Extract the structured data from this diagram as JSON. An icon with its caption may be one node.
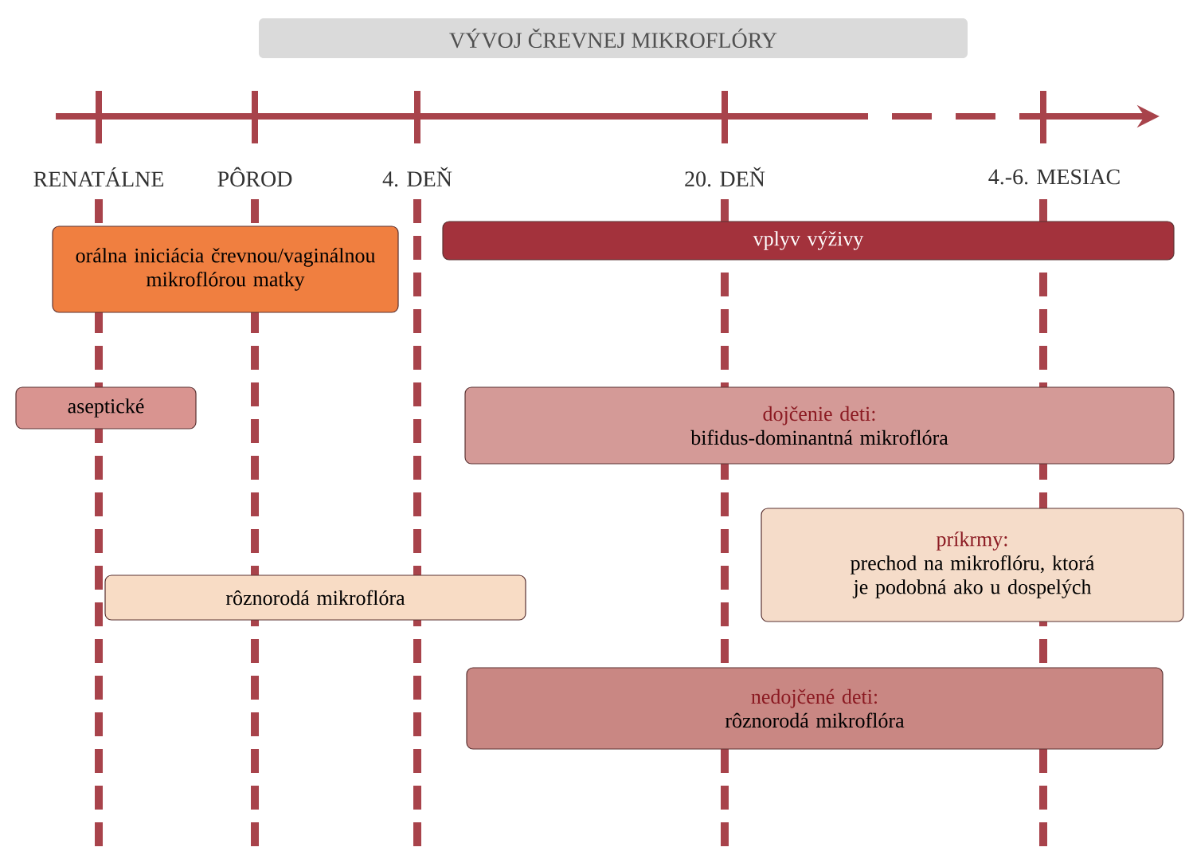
{
  "diagram": {
    "title": "VÝVOJ ČREVNEJ MIKROFLÓRY",
    "nodes": [
      {
        "text": [
          "orálna iniciácia črevnou/vaginálnou mikroflórou matky"
        ]
      },
      {
        "text": [
          "vplyv výživy"
        ]
      },
      {
        "text": [
          "aseptické"
        ]
      },
      {
        "text": [
          "dojčenie deti:",
          "bifidus-dominantná mikroflóra"
        ]
      },
      {
        "text": [
          "príkrmy:",
          "prechod na mikroflóru, ktorá je podobná ako u dospelých"
        ]
      },
      {
        "text": [
          "rôznorodá mikroflóra"
        ]
      },
      {
        "text": [
          "nedojčené deti:",
          "rôznorodá mikroflóra"
        ]
      }
    ],
    "labels": [
      "RENATÁLNE",
      "PÔROD",
      "4. DEŇ",
      "20. DEŇ",
      "4.-6. MESIAC"
    ]
  }
}
